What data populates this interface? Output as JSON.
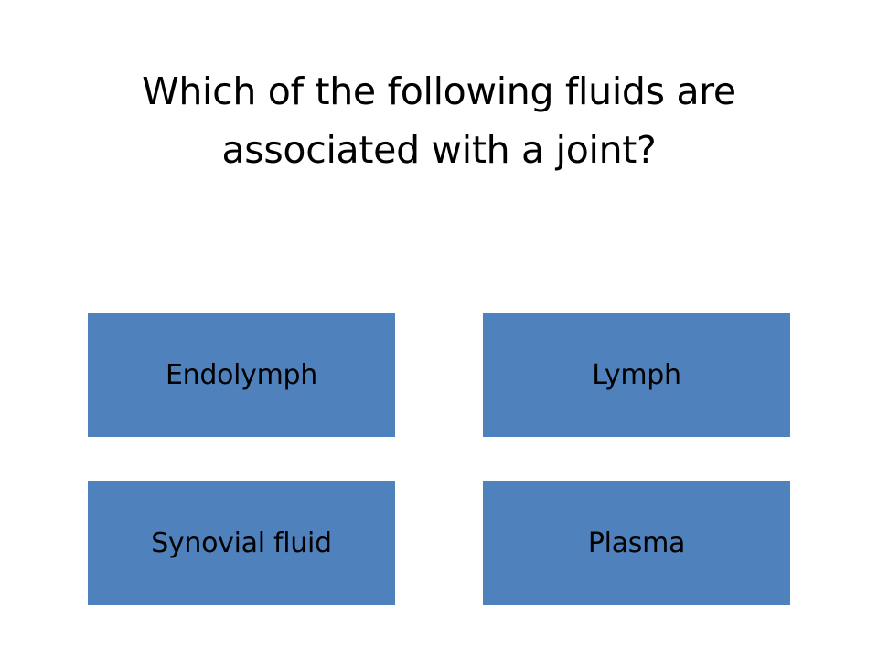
{
  "slide": {
    "question": "Which of the following fluids are associated with a joint?",
    "answers": [
      {
        "label": "Endolymph"
      },
      {
        "label": "Lymph"
      },
      {
        "label": "Synovial fluid"
      },
      {
        "label": "Plasma"
      }
    ]
  },
  "colors": {
    "background": "#ffffff",
    "answer_box": "#4f81bd",
    "text": "#000000"
  }
}
